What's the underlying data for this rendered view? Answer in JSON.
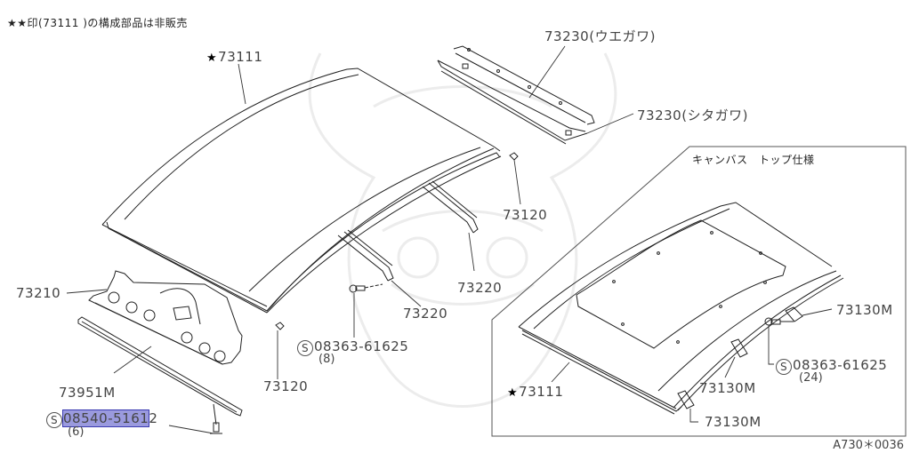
{
  "header": {
    "note": "★印(73111 )の構成部品は非販売"
  },
  "inset": {
    "title": "キャンバス　トップ仕様"
  },
  "labels": {
    "roof_main": "73111",
    "rail_upper": "73230(ウエガワ)",
    "rail_lower": "73230(シタガワ)",
    "clip_right": "73120",
    "bow_rear": "73220",
    "bow_front": "73220",
    "header_panel": "73210",
    "clip_left": "73120",
    "weatherstrip": "73951M",
    "screw_small_prefix": "08540-5161",
    "screw_small_suffix": "2",
    "screw_small_qty": "(6)",
    "bolt_main": "08363-61625",
    "bolt_main_qty": "(8)",
    "inset_roof": "73111",
    "inset_bracket_1": "73130M",
    "inset_bracket_2": "73130M",
    "inset_bracket_3": "73130M",
    "inset_bolt": "08363-61625",
    "inset_bolt_qty": "(24)"
  },
  "symbols": {
    "star": "★",
    "s_mark": "S"
  },
  "selection": {
    "highlighted_text": "08540-5161",
    "color": "#9a9ade",
    "border": "#3a3ab0"
  },
  "footer": {
    "figure_code": "A730＊0036"
  }
}
